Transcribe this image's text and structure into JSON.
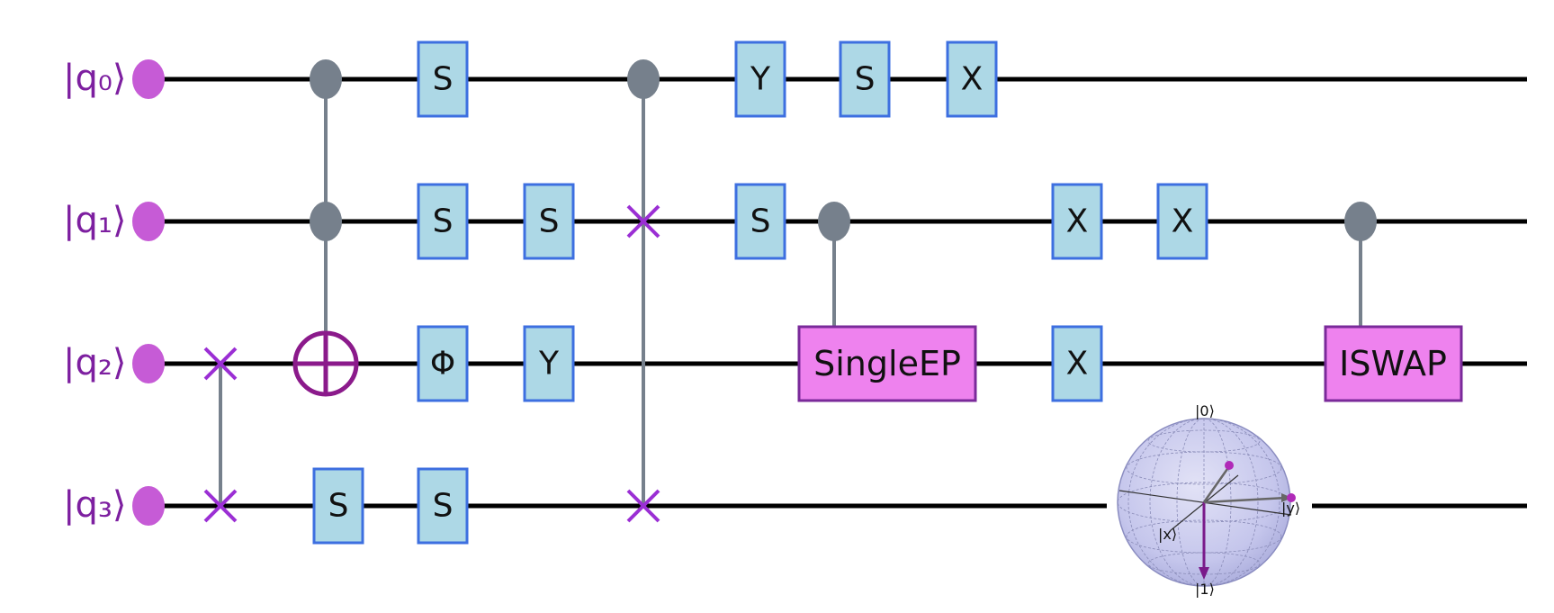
{
  "circuit": {
    "qubits": [
      "|q₀⟩",
      "|q₁⟩",
      "|q₂⟩",
      "|q₃⟩"
    ],
    "gate_labels": {
      "s": "S",
      "y": "Y",
      "x": "X",
      "phi": "Φ",
      "single_ep": "SingleEP",
      "iswap": "ISWAP"
    },
    "bloch": {
      "label_0": "|0⟩",
      "label_1": "|1⟩",
      "label_x": "|x⟩",
      "label_y": "|y⟩"
    },
    "colors": {
      "wire": "#000000",
      "qubit_dot": "#c65bd6",
      "single_gate_fill": "#add8e6",
      "single_gate_border": "#3d6fe0",
      "multi_gate_fill": "#ee82ee",
      "multi_gate_border": "#7a2a9a",
      "control": "#76808c",
      "swap": "#9b2fd4",
      "target": "#8b1a8b"
    }
  }
}
